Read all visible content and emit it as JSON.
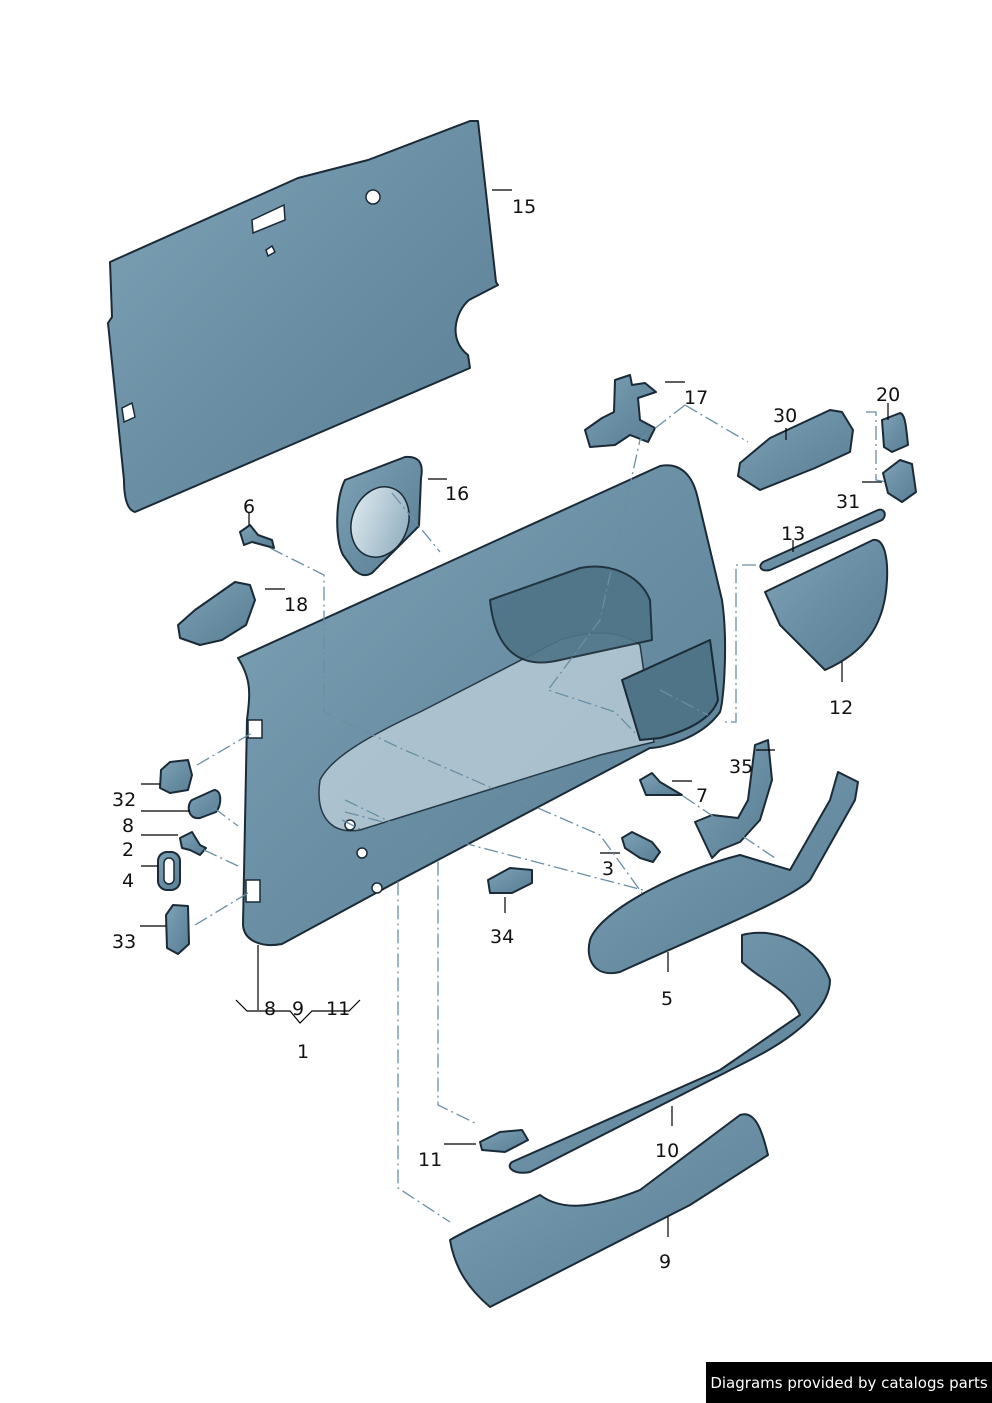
{
  "diagram": {
    "subject": "Door trim panel exploded parts diagram",
    "colors": {
      "part_fill": "#6f93a8",
      "part_fill_light": "#a9c1cf",
      "outline": "#1a2a36",
      "dash_line": "#6a8ea3",
      "background": "#ffffff"
    },
    "callouts": [
      {
        "id": "c15",
        "label": "15"
      },
      {
        "id": "c17",
        "label": "17"
      },
      {
        "id": "c20",
        "label": "20"
      },
      {
        "id": "c30",
        "label": "30"
      },
      {
        "id": "c16",
        "label": "16"
      },
      {
        "id": "c31",
        "label": "31"
      },
      {
        "id": "c6",
        "label": "6"
      },
      {
        "id": "c13",
        "label": "13"
      },
      {
        "id": "c18",
        "label": "18"
      },
      {
        "id": "c12",
        "label": "12"
      },
      {
        "id": "c35",
        "label": "35"
      },
      {
        "id": "c32",
        "label": "32"
      },
      {
        "id": "c7",
        "label": "7"
      },
      {
        "id": "c8",
        "label": "8"
      },
      {
        "id": "c2",
        "label": "2"
      },
      {
        "id": "c3",
        "label": "3"
      },
      {
        "id": "c4",
        "label": "4"
      },
      {
        "id": "c33",
        "label": "33"
      },
      {
        "id": "c34",
        "label": "34"
      },
      {
        "id": "c5",
        "label": "5"
      },
      {
        "id": "c1_8",
        "label": "8"
      },
      {
        "id": "c1_9",
        "label": "9"
      },
      {
        "id": "c1_11",
        "label": "11"
      },
      {
        "id": "c1",
        "label": "1"
      },
      {
        "id": "c10",
        "label": "10"
      },
      {
        "id": "c11",
        "label": "11"
      },
      {
        "id": "c9",
        "label": "9"
      }
    ]
  },
  "footer": {
    "credit": "Diagrams provided by catalogs parts"
  }
}
